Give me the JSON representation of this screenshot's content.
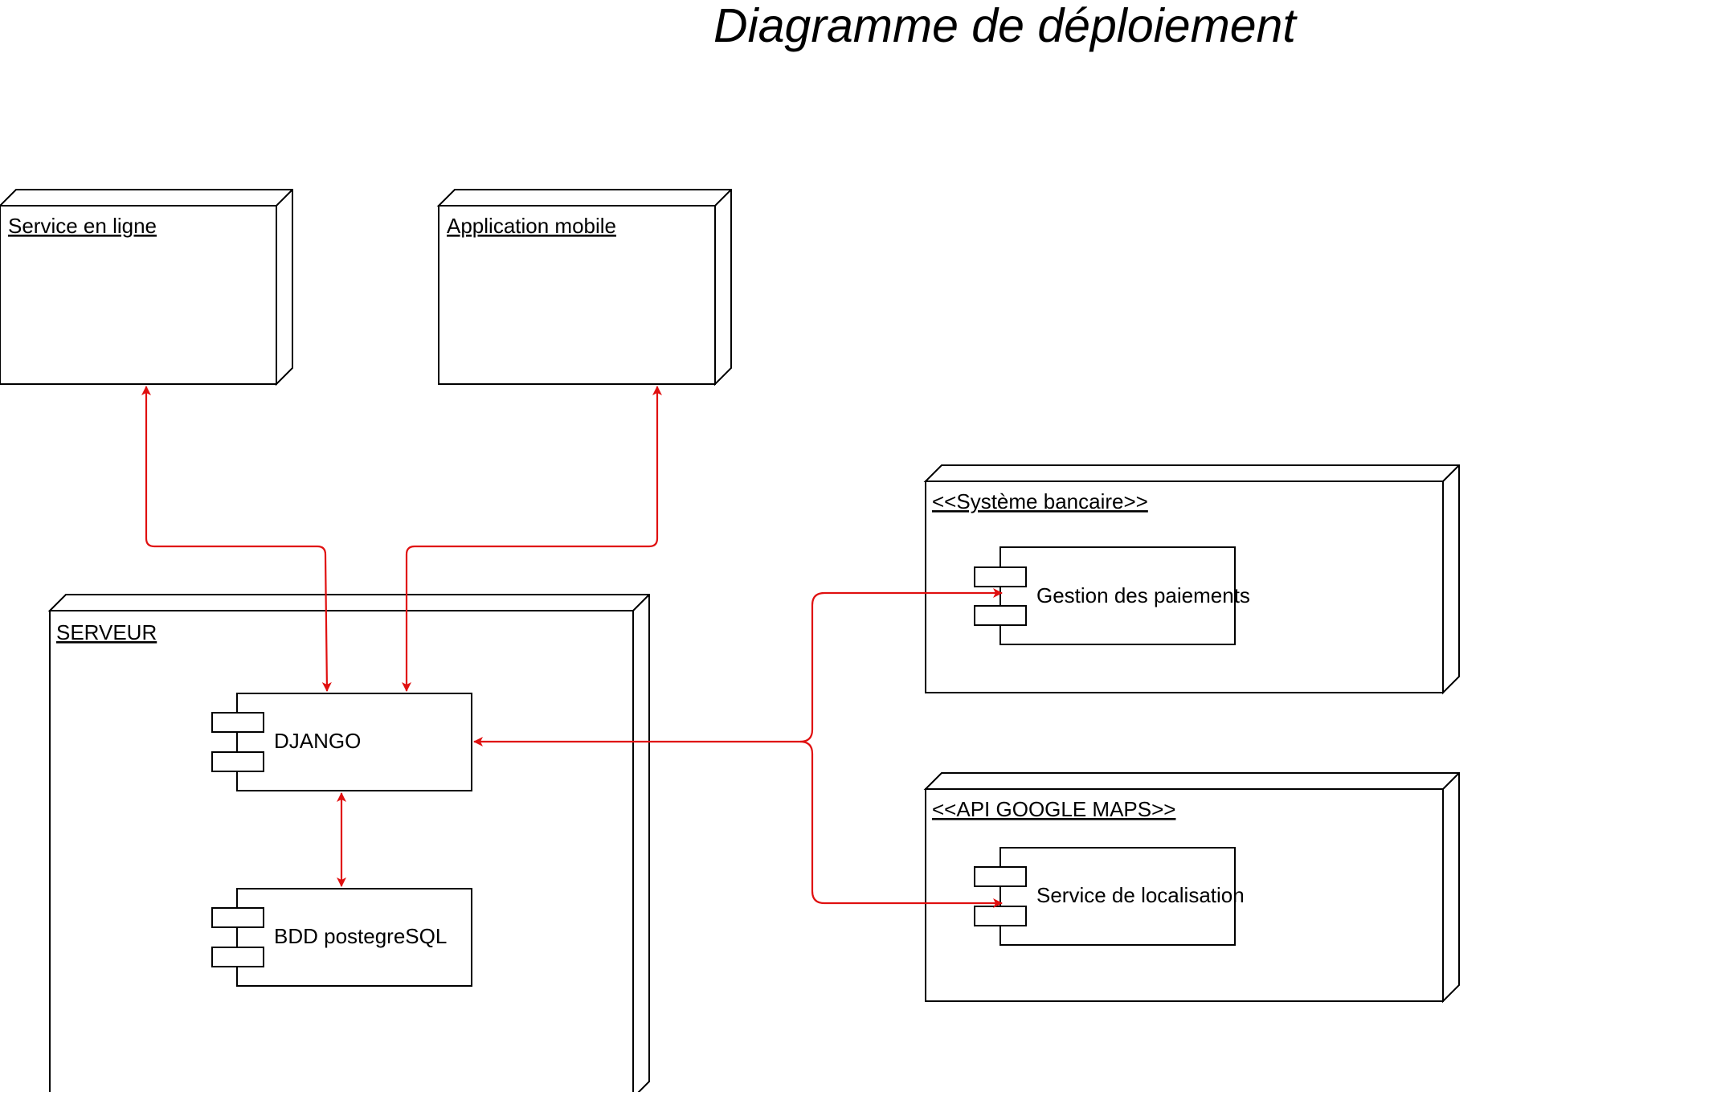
{
  "title": "Diagramme de déploiement",
  "nodes": {
    "service_en_ligne": {
      "label": "Service en ligne"
    },
    "application_mobile": {
      "label": "Application mobile"
    },
    "serveur": {
      "label": "SERVEUR"
    },
    "systeme_bancaire": {
      "label": "<<Système bancaire>>"
    },
    "api_google_maps": {
      "label": "<<API GOOGLE MAPS>>"
    }
  },
  "components": {
    "django": {
      "label": "DJANGO"
    },
    "bdd": {
      "label": "BDD postegreSQL"
    },
    "paiements": {
      "label": "Gestion des paiements"
    },
    "localisation": {
      "label": "Service de localisation"
    }
  },
  "colors": {
    "line": "#000000",
    "connector": "#e01010",
    "background": "#ffffff"
  }
}
